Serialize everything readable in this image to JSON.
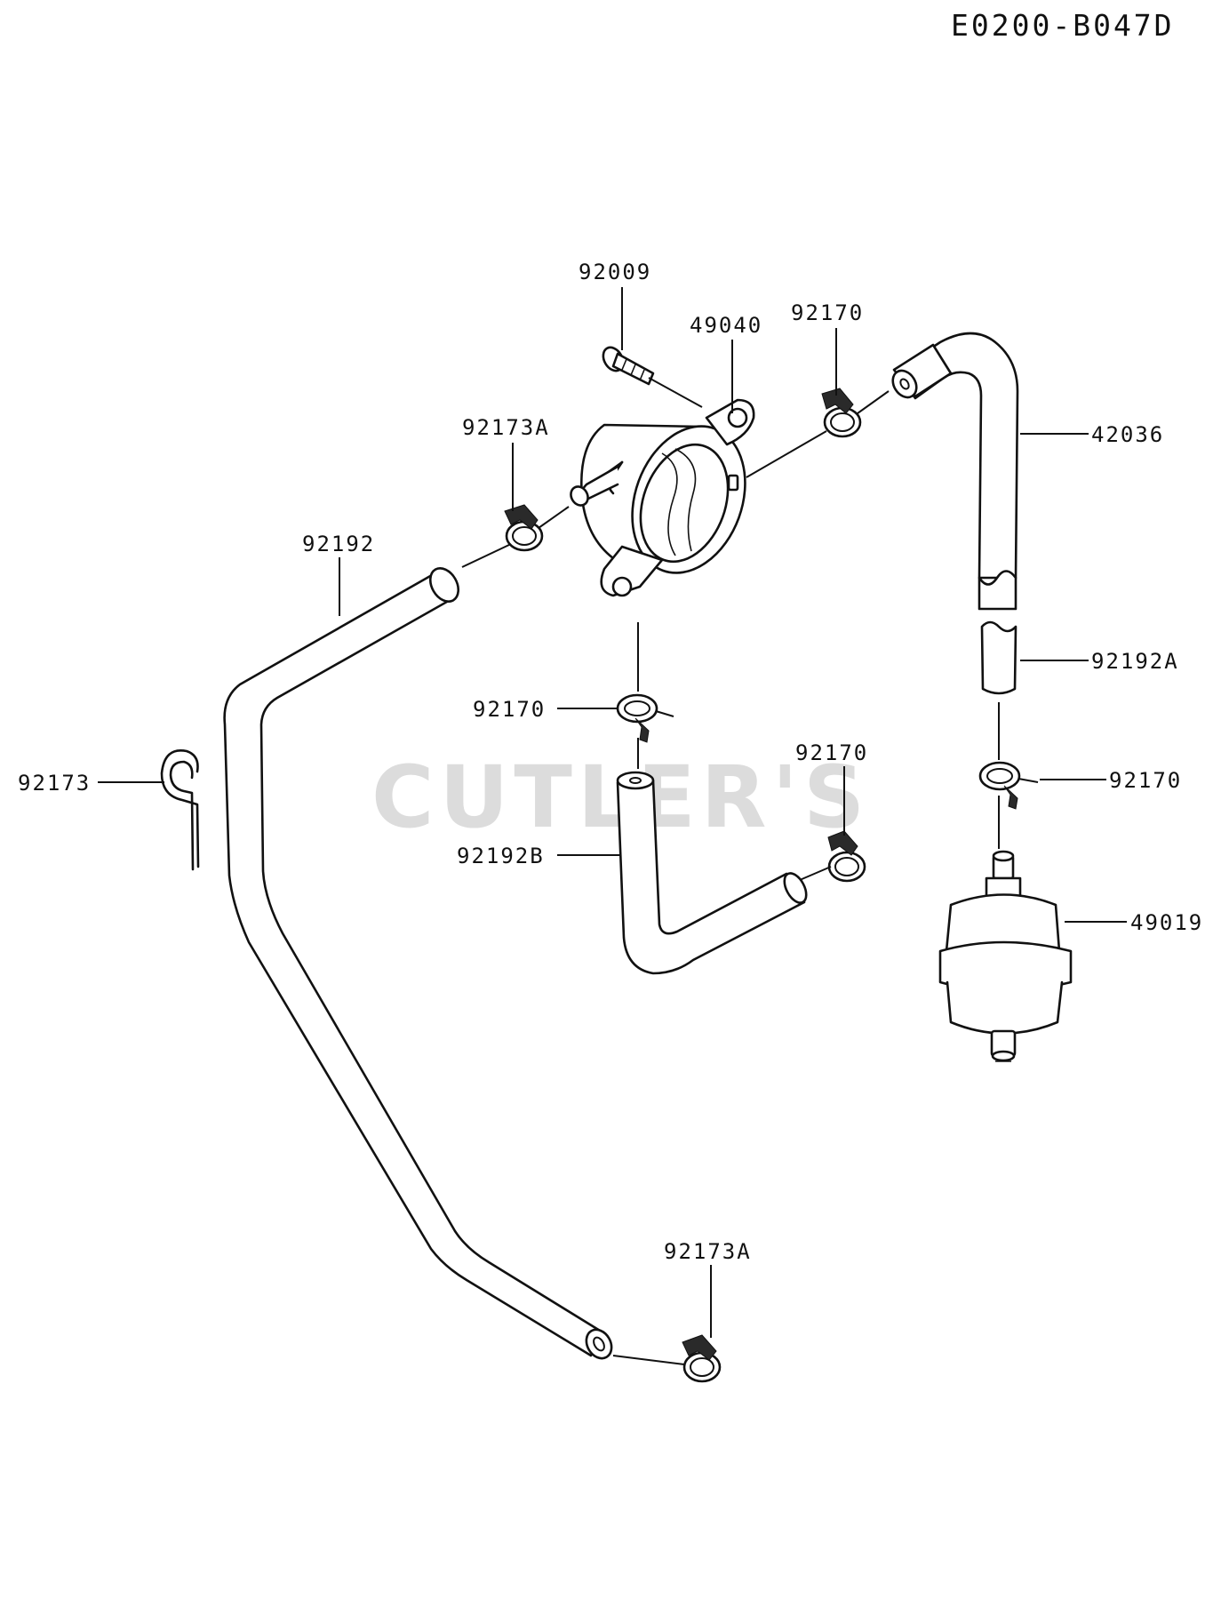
{
  "diagram_code": "E0200-B047D",
  "watermark": "CUTLER'S",
  "callouts": {
    "p92009": "92009",
    "p49040": "49040",
    "p92170_top": "92170",
    "p42036": "42036",
    "p92173A_top": "92173A",
    "p92192": "92192",
    "p92192A": "92192A",
    "p92170_mid": "92170",
    "p92170_right": "92170",
    "p92170_lower": "92170",
    "p92173": "92173",
    "p92192B": "92192B",
    "p49019": "49019",
    "p92173A_bottom": "92173A"
  }
}
